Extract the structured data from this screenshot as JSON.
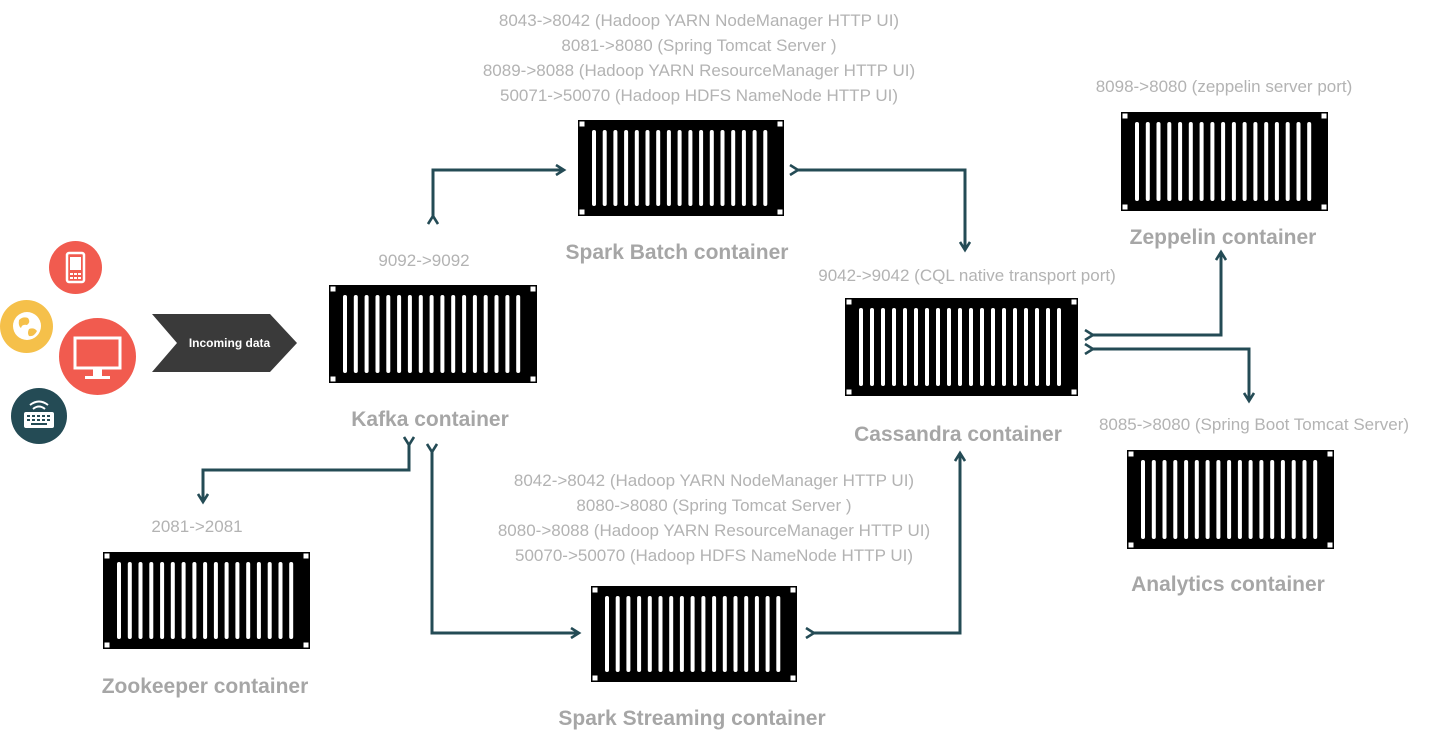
{
  "colors": {
    "arrow": "#244b55",
    "container": "#000000",
    "label_grey": "#b3b3b3",
    "title_grey": "#a6a6a6",
    "incoming_bg": "#3a3a3a",
    "device_red": "#f15b4f",
    "device_yellow": "#f5c04a",
    "device_teal": "#244b55"
  },
  "incoming": {
    "label": "Incoming data"
  },
  "devices": [
    {
      "name": "mobile-phone-icon"
    },
    {
      "name": "globe-icon"
    },
    {
      "name": "monitor-icon"
    },
    {
      "name": "keyboard-icon"
    }
  ],
  "containers": {
    "kafka": {
      "title": "Kafka container",
      "ports": [
        "9092->9092"
      ]
    },
    "zookeeper": {
      "title": "Zookeeper container",
      "ports": [
        "2081->2081"
      ]
    },
    "spark_batch": {
      "title": "Spark Batch container",
      "ports": [
        "8043->8042 (Hadoop YARN NodeManager HTTP UI)",
        "8081->8080 (Spring Tomcat Server )",
        "8089->8088 (Hadoop YARN ResourceManager HTTP UI)",
        "50071->50070 (Hadoop HDFS NameNode HTTP UI)"
      ]
    },
    "spark_streaming": {
      "title": "Spark Streaming container",
      "ports": [
        "8042->8042 (Hadoop YARN NodeManager HTTP UI)",
        "8080->8080 (Spring Tomcat Server )",
        "8080->8088 (Hadoop YARN ResourceManager HTTP UI)",
        "50070->50070 (Hadoop HDFS NameNode HTTP UI)"
      ]
    },
    "cassandra": {
      "title": "Cassandra container",
      "ports": [
        "9042->9042 (CQL native transport port)"
      ]
    },
    "zeppelin": {
      "title": "Zeppelin container",
      "ports": [
        "8098->8080 (zeppelin server port)"
      ]
    },
    "analytics": {
      "title": "Analytics container",
      "ports": [
        "8085->8080 (Spring Boot Tomcat Server)"
      ]
    }
  }
}
